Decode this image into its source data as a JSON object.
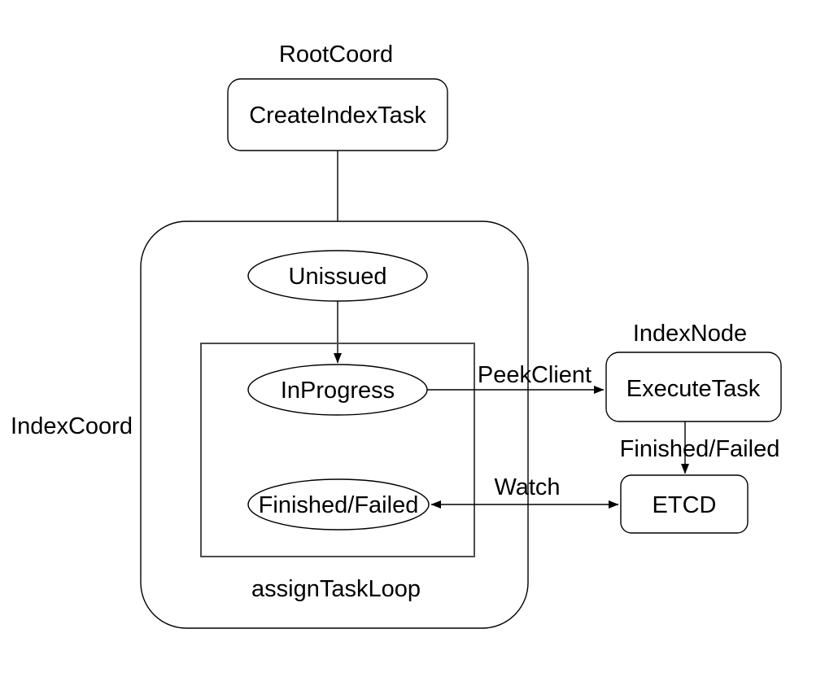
{
  "diagram": {
    "title_note": "Index build task state flow diagram",
    "colors": {
      "background": "#ffffff",
      "stroke": "#000000",
      "inner_box_stroke": "#4d4d4d",
      "text": "#000000"
    },
    "groups": {
      "root_coord": "RootCoord",
      "index_coord": "IndexCoord",
      "index_node": "IndexNode",
      "assign_task_loop": "assignTaskLoop"
    },
    "nodes": {
      "create_index_task": "CreateIndexTask",
      "unissued": "Unissued",
      "in_progress": "InProgress",
      "finished_failed": "Finished/Failed",
      "execute_task": "ExecuteTask",
      "etcd": "ETCD"
    },
    "edge_labels": {
      "peek_client": "PeekClient",
      "execute_result": "Finished/Failed",
      "watch": "Watch"
    }
  }
}
